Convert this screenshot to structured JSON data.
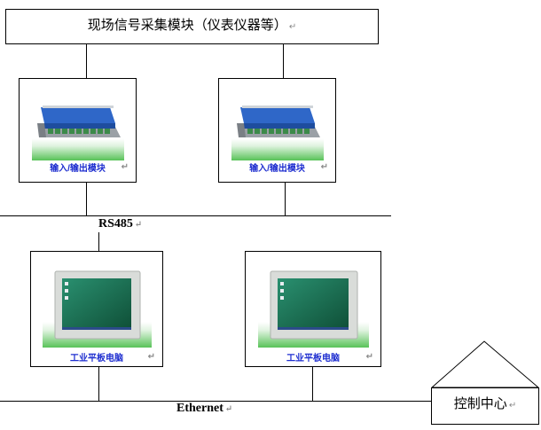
{
  "top_box": {
    "label": "现场信号采集模块（仪表仪器等）"
  },
  "io_modules": [
    {
      "caption": "输入/输出模块"
    },
    {
      "caption": "输入/输出模块"
    }
  ],
  "bus_label": "RS485",
  "tablets": [
    {
      "caption": "工业平板电脑"
    },
    {
      "caption": "工业平板电脑"
    }
  ],
  "network_label": "Ethernet",
  "control_center": {
    "label": "控制中心"
  },
  "paragraph_mark": "↵"
}
